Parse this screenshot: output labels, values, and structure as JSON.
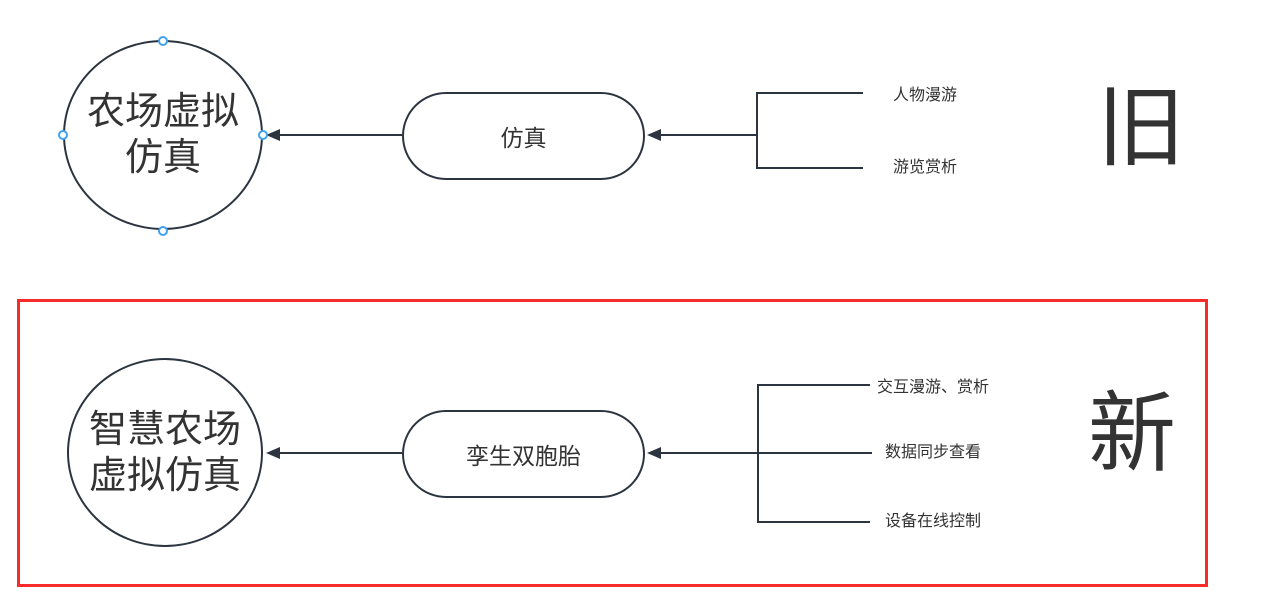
{
  "colors": {
    "stroke": "#2c3440",
    "text": "#333333",
    "highlight_border": "#f82b2b",
    "selection_handle": "#42a2f0",
    "background": "#ffffff"
  },
  "old": {
    "badge": "旧",
    "circle": {
      "line1": "农场虚拟",
      "line2": "仿真"
    },
    "node": "仿真",
    "leaves": [
      "人物漫游",
      "游览赏析"
    ]
  },
  "new": {
    "badge": "新",
    "circle": {
      "line1": "智慧农场",
      "line2": "虚拟仿真"
    },
    "node": "孪生双胞胎",
    "leaves": [
      "交互漫游、赏析",
      "数据同步查看",
      "设备在线控制"
    ]
  }
}
